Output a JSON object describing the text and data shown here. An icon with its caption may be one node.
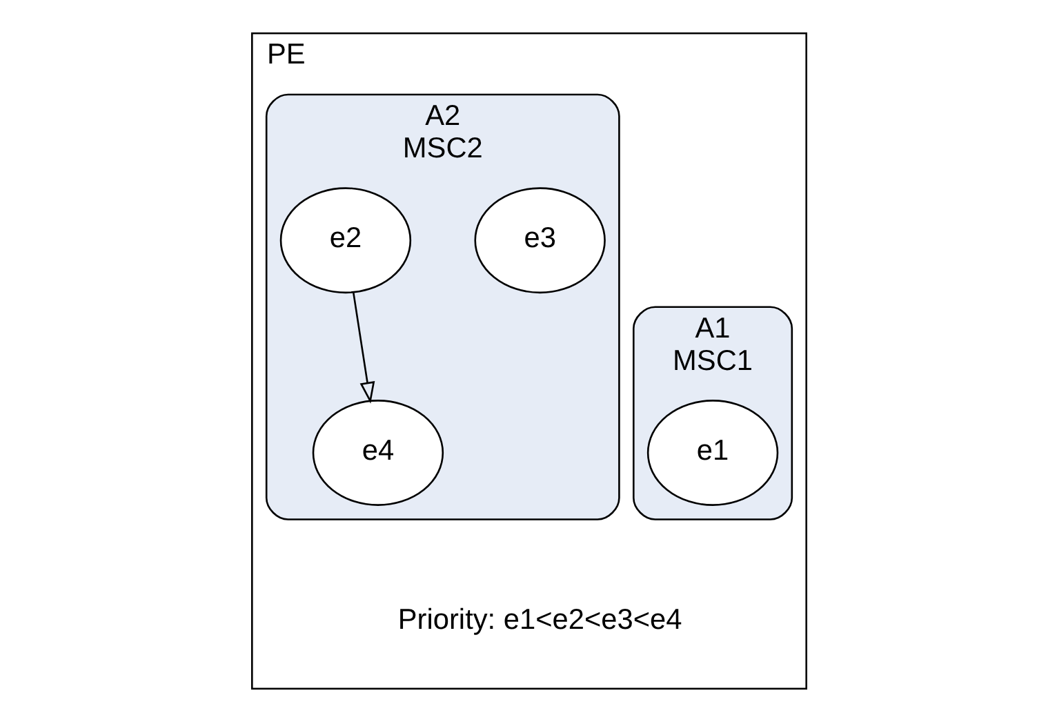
{
  "diagram": {
    "nodes": [
      {
        "text": [
          "PE"
        ]
      },
      {
        "text": [
          "A1",
          "MSC1"
        ],
        "in": 0
      },
      {
        "text": [
          "e1"
        ],
        "in": 1
      },
      {
        "text": [
          "A2",
          "MSC2"
        ],
        "in": 0
      },
      {
        "text": [
          "e2"
        ],
        "in": 3
      },
      {
        "text": [
          "e3"
        ],
        "in": 3
      },
      {
        "text": [
          "e4"
        ],
        "in": 3
      }
    ],
    "edges": [
      {
        "from": 4,
        "to": 6,
        "arrow": "to"
      }
    ],
    "labels": [
      "Priority: e1<e2<e3<e4"
    ]
  }
}
